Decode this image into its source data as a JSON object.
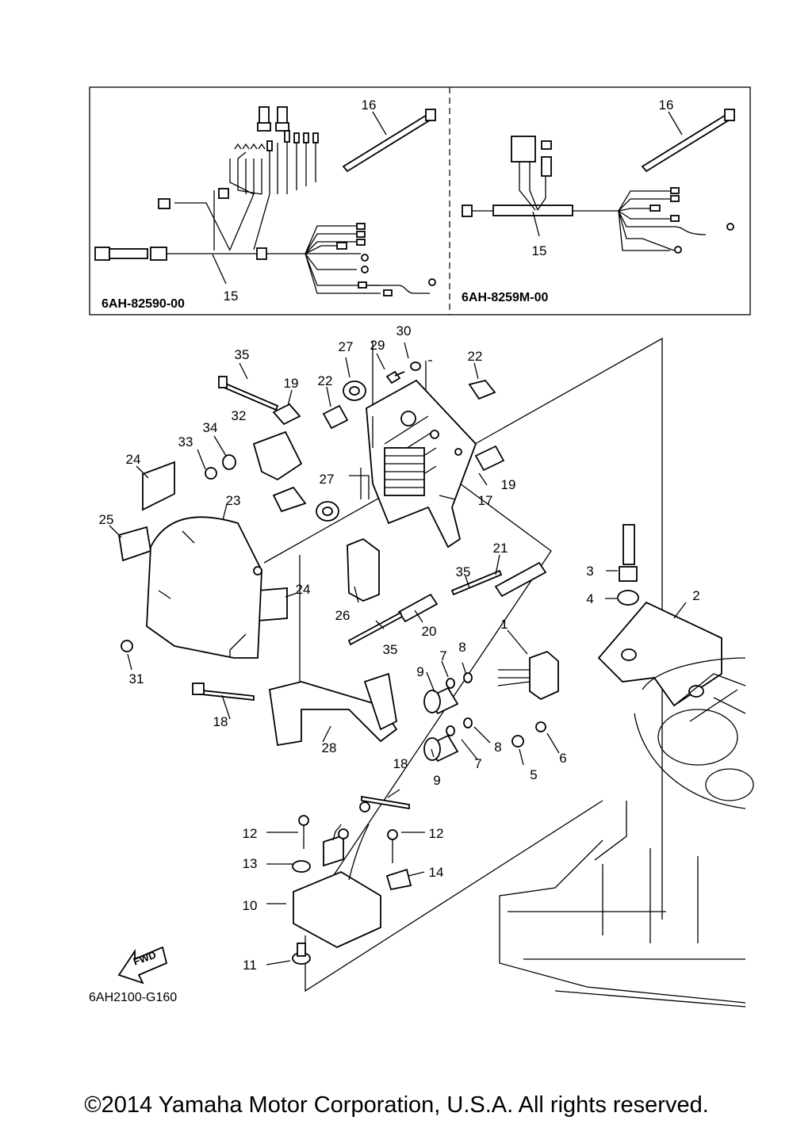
{
  "inset": {
    "left_code": "6AH-82590-00",
    "right_code": "6AH-8259M-00",
    "left_callouts": [
      "16",
      "15"
    ],
    "right_callouts": [
      "16",
      "15"
    ]
  },
  "callouts": {
    "c1": "1",
    "c2": "2",
    "c3": "3",
    "c4": "4",
    "c5": "5",
    "c6": "6",
    "c7a": "7",
    "c7b": "7",
    "c8a": "8",
    "c8b": "8",
    "c9a": "9",
    "c9b": "9",
    "c10": "10",
    "c11": "11",
    "c12a": "12",
    "c12b": "12",
    "c13": "13",
    "c14": "14",
    "c17": "17",
    "c18a": "18",
    "c18b": "18",
    "c19a": "19",
    "c19b": "19",
    "c20": "20",
    "c21": "21",
    "c22a": "22",
    "c22b": "22",
    "c23": "23",
    "c24a": "24",
    "c24b": "24",
    "c25": "25",
    "c26": "26",
    "c27a": "27",
    "c27b": "27",
    "c28": "28",
    "c29": "29",
    "c30": "30",
    "c31": "31",
    "c32": "32",
    "c33": "33",
    "c34": "34",
    "c35a": "35",
    "c35b": "35",
    "c35c": "35"
  },
  "fwd_label": "FWD",
  "diagram_ref": "6AH2100-G160",
  "copyright": "©2014 Yamaha Motor Corporation, U.S.A. All rights reserved."
}
